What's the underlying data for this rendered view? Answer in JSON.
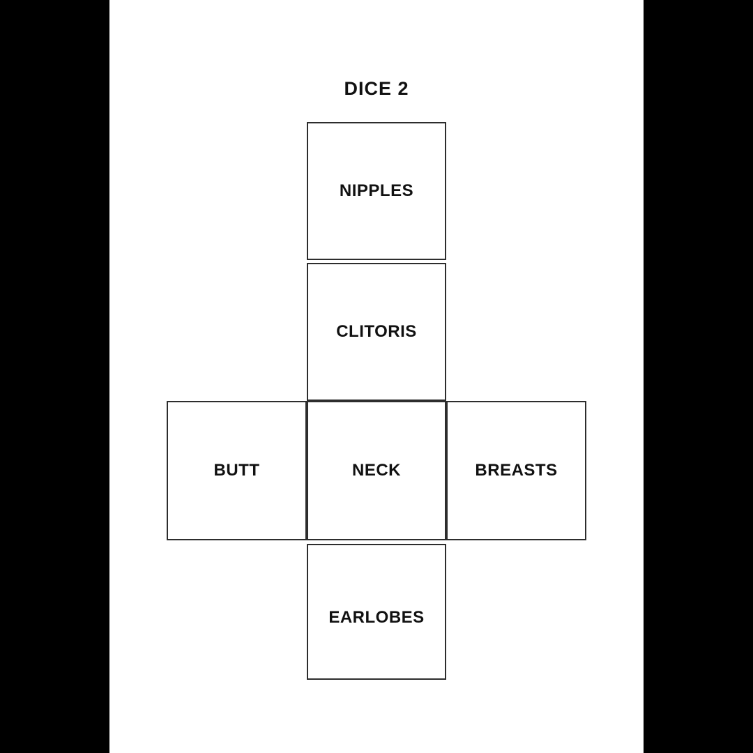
{
  "page": {
    "title": "DICE 2",
    "background_color": "#ffffff",
    "pillar_color": "#000000",
    "line_color": "#2d2d2d",
    "text_color": "#111111"
  },
  "dice_net": {
    "shape": "cube-net-cross",
    "faces": [
      {
        "id": "nipples",
        "label": "NIPPLES",
        "position": "top"
      },
      {
        "id": "clitoris",
        "label": "CLITORIS",
        "position": "upper-middle"
      },
      {
        "id": "butt",
        "label": "BUTT",
        "position": "middle-left"
      },
      {
        "id": "neck",
        "label": "NECK",
        "position": "middle-center"
      },
      {
        "id": "breasts",
        "label": "BREASTS",
        "position": "middle-right"
      },
      {
        "id": "earlobes",
        "label": "EARLOBES",
        "position": "bottom"
      }
    ]
  }
}
